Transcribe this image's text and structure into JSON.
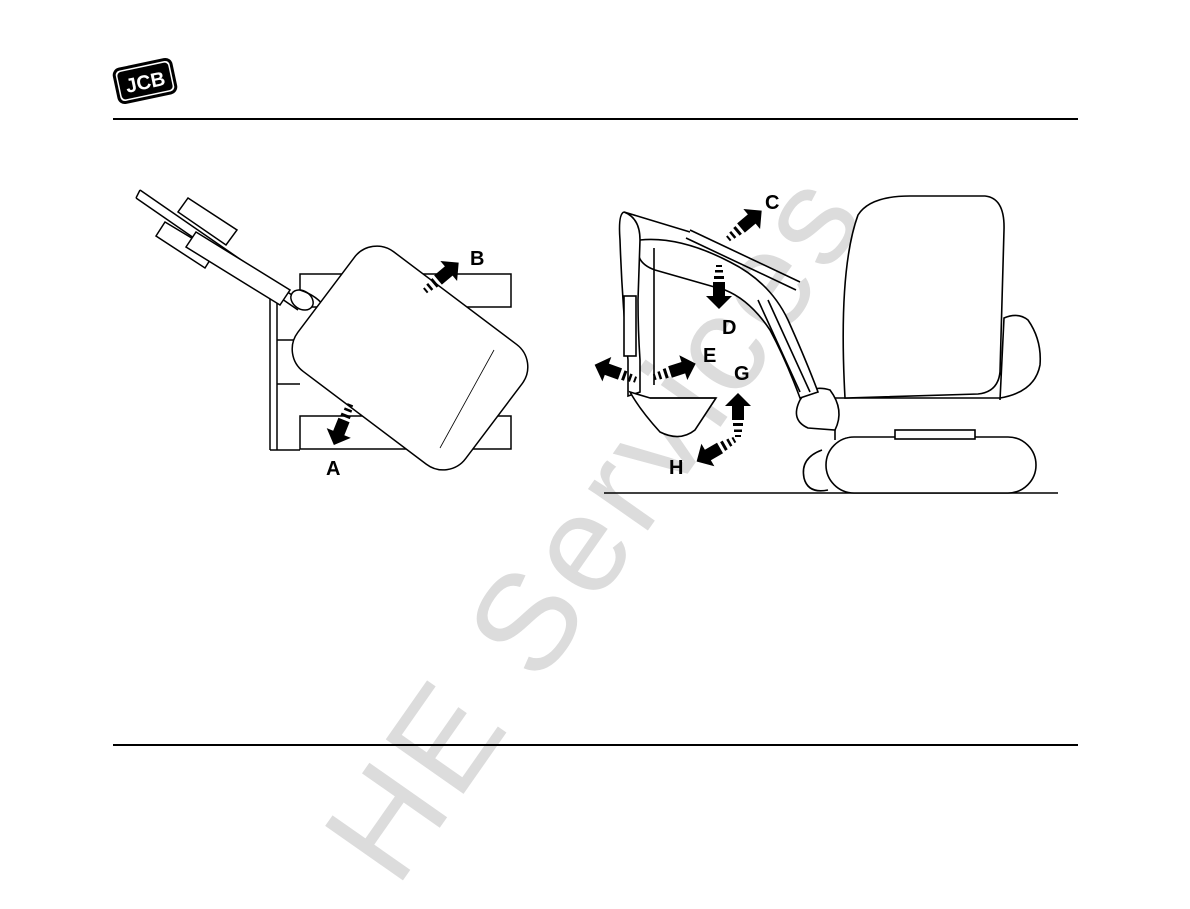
{
  "header": {
    "logo_text": "JCB"
  },
  "watermark": {
    "text": "HE Services"
  },
  "figure": {
    "labels": {
      "a": "A",
      "b": "B",
      "c": "C",
      "d": "D",
      "e": "E",
      "g": "G",
      "h": "H"
    }
  }
}
